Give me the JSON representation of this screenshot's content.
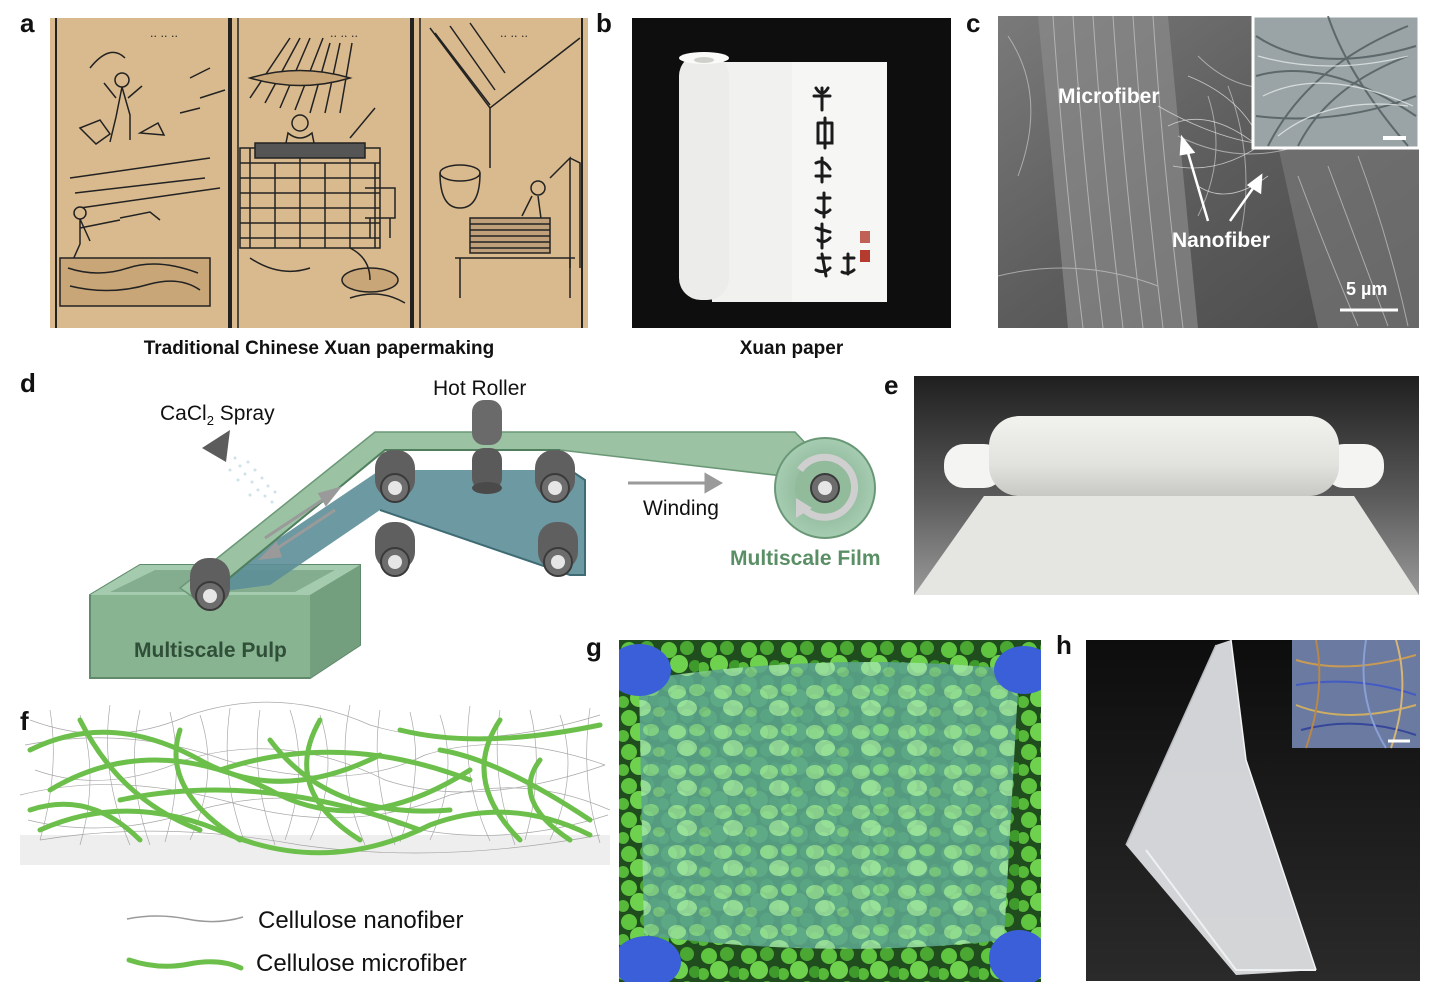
{
  "panels": {
    "a": {
      "label": "a",
      "caption": "Traditional Chinese Xuan papermaking"
    },
    "b": {
      "label": "b",
      "caption": "Xuan paper"
    },
    "c": {
      "label": "c",
      "microfiber": "Microfiber",
      "nanofiber": "Nanofiber",
      "scale_bar": "5 µm"
    },
    "d": {
      "label": "d",
      "spray_prefix": "CaCl",
      "spray_sub": "2",
      "spray_suffix": " Spray",
      "hot_roller": "Hot Roller",
      "winding": "Winding",
      "film": "Multiscale Film",
      "pulp": "Multiscale Pulp"
    },
    "e": {
      "label": "e"
    },
    "f": {
      "label": "f",
      "legend_nano": "Cellulose nanofiber",
      "legend_micro": "Cellulose microfiber"
    },
    "g": {
      "label": "g"
    },
    "h": {
      "label": "h"
    }
  },
  "colors": {
    "sepia": "#d9b98e",
    "belt_green": "#8fb89a",
    "belt_blue": "#5f8f9a",
    "label_green": "#5a8f66",
    "micro_green": "#6cbf4a"
  }
}
